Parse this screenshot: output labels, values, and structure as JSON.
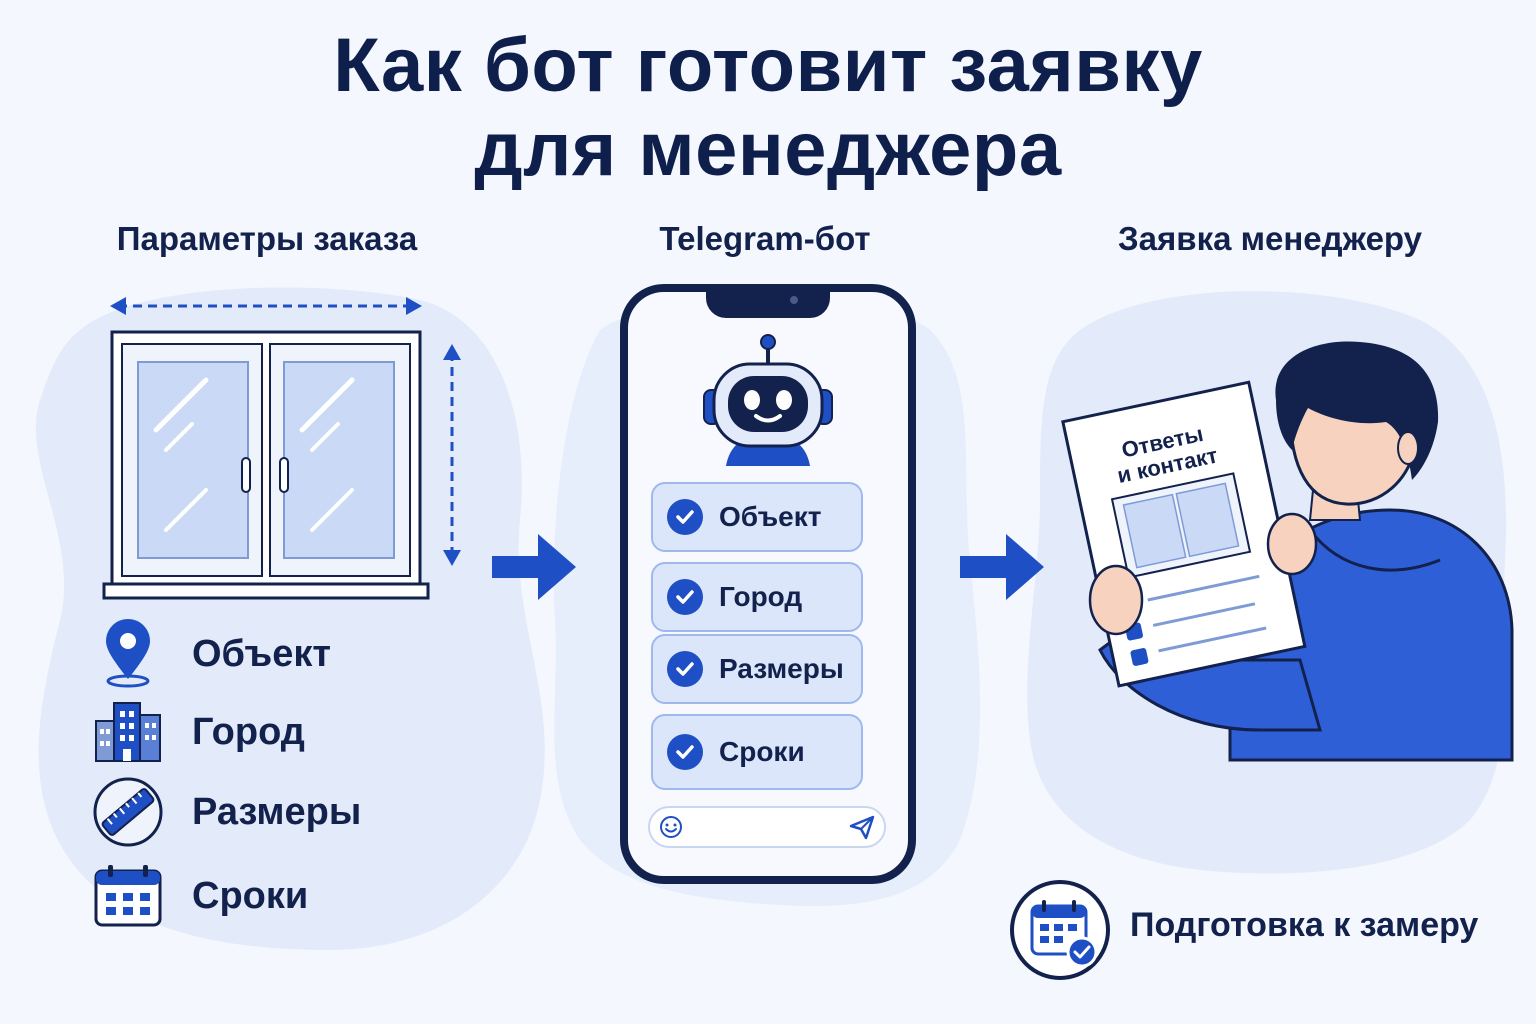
{
  "title": {
    "line1": "Как бот готовит заявку",
    "line2": "для менеджера"
  },
  "columns": {
    "left": {
      "heading": "Параметры заказа"
    },
    "middle": {
      "heading": "Telegram-бот"
    },
    "right": {
      "heading": "Заявка менеджеру"
    }
  },
  "parameters": [
    {
      "label": "Объект",
      "icon": "location-pin-icon"
    },
    {
      "label": "Город",
      "icon": "city-buildings-icon"
    },
    {
      "label": "Размеры",
      "icon": "ruler-icon"
    },
    {
      "label": "Сроки",
      "icon": "calendar-icon"
    }
  ],
  "bot_options": [
    {
      "label": "Объект"
    },
    {
      "label": "Город"
    },
    {
      "label": "Размеры"
    },
    {
      "label": "Сроки"
    }
  ],
  "document": {
    "title_line1": "Ответы",
    "title_line2": "и контакт"
  },
  "footer": {
    "label": "Подготовка к замеру",
    "icon": "calendar-check-icon"
  },
  "colors": {
    "accent": "#1f4fc4",
    "dark_navy": "#13214d",
    "blob": "#e3ebfa",
    "light_blue": "#dbe6fb"
  }
}
